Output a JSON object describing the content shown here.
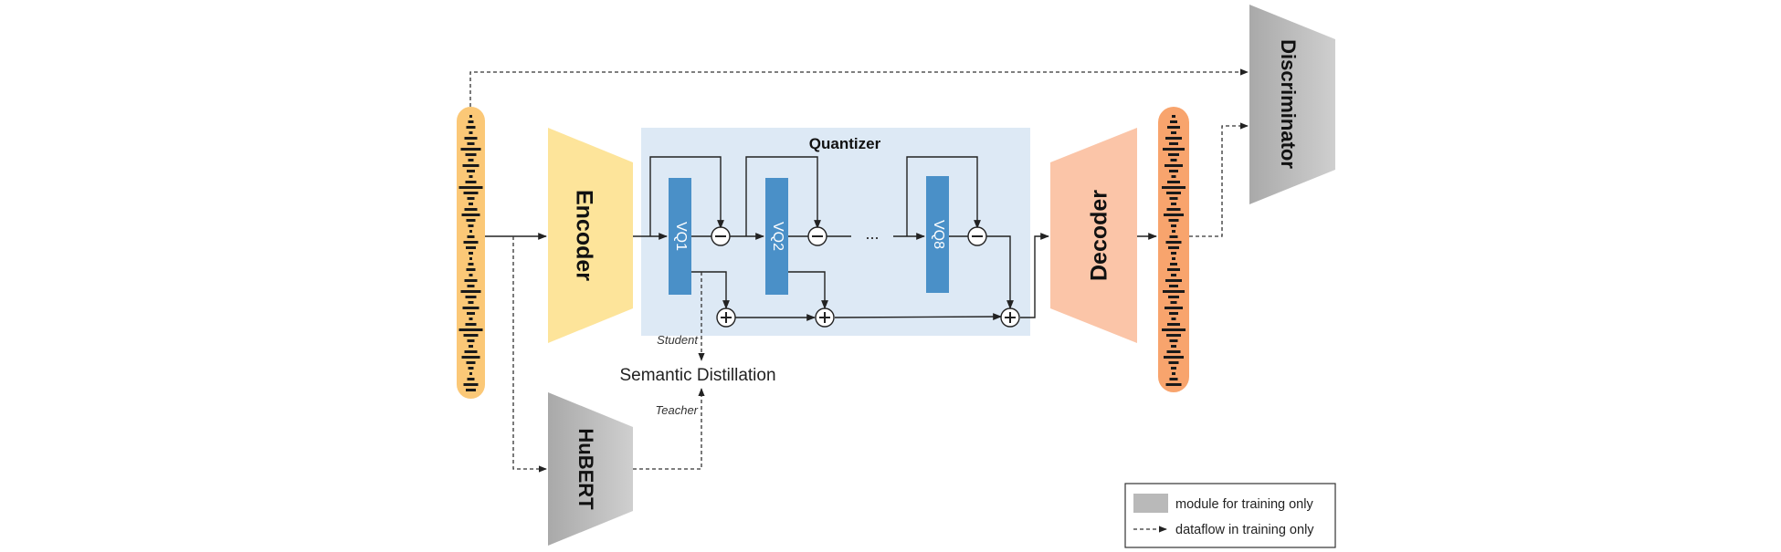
{
  "modules": {
    "encoder": "Encoder",
    "decoder": "Decoder",
    "quantizer": "Quantizer",
    "hubert": "HuBERT",
    "discriminator": "Discriminator",
    "vq1": "VQ1",
    "vq2": "VQ2",
    "vq8": "VQ8",
    "ellipsis": "...",
    "minus": "−",
    "plus": "+"
  },
  "distillation": {
    "label": "Semantic Distillation",
    "student": "Student",
    "teacher": "Teacher"
  },
  "legend": {
    "module_training_only": "module for training only",
    "dataflow_training_only": "dataflow in training only"
  },
  "colors": {
    "encoder": "#fde49a",
    "decoder": "#fbc5a8",
    "quantizer_bg": "#dde9f5",
    "vq": "#4a90c8",
    "training_module": "#b9b9b9",
    "waveform_in": "#fbc877",
    "waveform_out": "#f8a46d"
  }
}
